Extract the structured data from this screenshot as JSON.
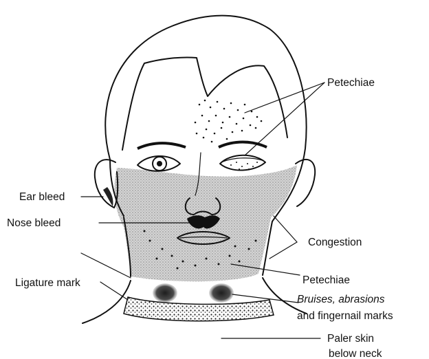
{
  "labels": {
    "petechiae_eyes": "Petechiae",
    "ear_bleed": "Ear bleed",
    "nose_bleed": "Nose bleed",
    "congestion": "Congestion",
    "petechiae_face": "Petechiae",
    "ligature_mark": "Ligature mark",
    "bruises_line1": "Bruises, abrasions",
    "bruises_line2": "and fingernail marks",
    "paler_line1": "Paler skin",
    "paler_line2": "below neck"
  },
  "colors": {
    "ink": "#111111",
    "congestion_shading": "#c9c9c9",
    "bruise": "#3a3a3a",
    "background": "#ffffff"
  }
}
